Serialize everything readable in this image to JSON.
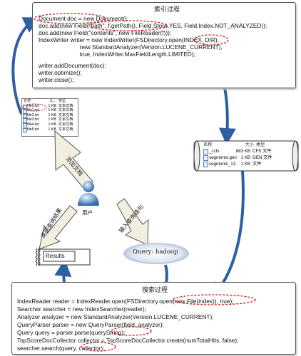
{
  "index_panel": {
    "title": "索引过程",
    "code": [
      "Document doc = new Document();",
      "doc.add(new Field(\"path\", f.getPath(), Field.Store.YES, Field.Index.NOT_ANALYZED));",
      "doc.add(new Field(\"contents\", new FileReader(f)));",
      "IndexWriter writer = new IndexWriter(FSDirectory.open(INDEX_DIR),",
      "                         new StandardAnalyzer(Version.LUCENE_CURRENT),",
      "                         true, IndexWriter.MaxFieldLength.LIMITED);",
      "writer.addDocument(doc);",
      "writer.optimize();",
      "writer.close();"
    ]
  },
  "search_panel": {
    "title": "搜索过程",
    "code": [
      "IndexReader reader = IndexReader.open(FSDirectory.open(new File(index)), true);",
      "Searcher searcher = new IndexSearcher(reader);",
      "Analyzer analyzer = new StandardAnalyzer(Version.LUCENE_CURRENT);",
      "QueryParser parser = new QueryParser(field, analyzer);",
      "Query query = parser.parse(queryString);",
      "TopScoreDocCollector collector = TopScoreDocCollector.create(numTotalHits, false);",
      "searcher.search(query, collector);"
    ]
  },
  "file_list": {
    "headers": [
      "名称",
      "大...",
      "类型"
    ],
    "rows": [
      [
        "file0.txt",
        "1 KB",
        "文本文档"
      ],
      [
        "file1.txt",
        "1 KB",
        "文本文档"
      ],
      [
        "file2.txt",
        "1 KB",
        "文本文档"
      ],
      [
        "file3.txt",
        "1 KB",
        "文本文档"
      ],
      [
        "file4.txt",
        "1 KB",
        "文本文档"
      ],
      [
        "file5.txt",
        "1 KB",
        "文本文档"
      ]
    ]
  },
  "index_files": {
    "headers": [
      "名称",
      "大小",
      "类型"
    ],
    "rows": [
      [
        "_i.cfs",
        "883 KB",
        "CFS 文件"
      ],
      [
        "segments.gen",
        "1 KB",
        "GEN 文件"
      ],
      [
        "segments_13",
        "1 KB",
        "文件"
      ]
    ]
  },
  "labels": {
    "add_docs": "添加文档",
    "user": "用户",
    "return_results": "返回查询结果",
    "input_query": "输入查询语句",
    "query": "Query: hadoop",
    "results": "Results"
  },
  "colors": {
    "accent_blue": "#2e5fa3",
    "highlight_red": "#c82020",
    "arrow_fill": "#f2efe0"
  }
}
